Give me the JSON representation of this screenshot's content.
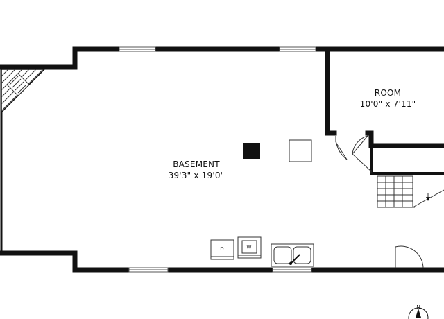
{
  "rooms": [
    {
      "id": "basement",
      "name": "BASEMENT",
      "dimensions": "39'3\" x 19'0\""
    },
    {
      "id": "room",
      "name": "ROOM",
      "dimensions": "10'0\" x 7'11\""
    }
  ],
  "appliances": {
    "dryer_label": "D",
    "washer_label": "W"
  },
  "compass": {
    "label": "N"
  },
  "colors": {
    "wall": "#111111",
    "background": "#ffffff"
  }
}
